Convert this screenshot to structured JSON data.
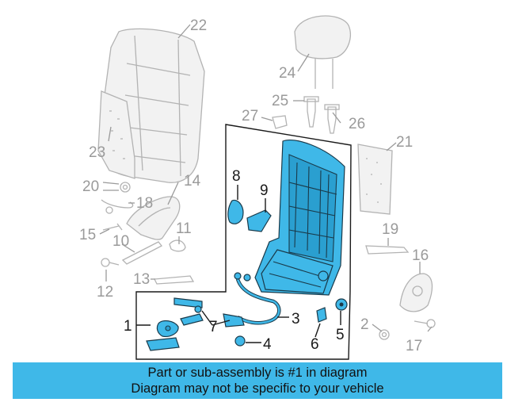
{
  "callouts": {
    "c1": "1",
    "c2": "2",
    "c3": "3",
    "c4": "4",
    "c5": "5",
    "c6": "6",
    "c7": "7",
    "c8": "8",
    "c9": "9",
    "c10": "10",
    "c11": "11",
    "c12": "12",
    "c13": "13",
    "c14": "14",
    "c15": "15",
    "c16": "16",
    "c17": "17",
    "c18": "18",
    "c19": "19",
    "c20": "20",
    "c21": "21",
    "c22": "22",
    "c23": "23",
    "c24": "24",
    "c25": "25",
    "c26": "26",
    "c27": "27"
  },
  "banner": {
    "line1": "Part or sub-assembly is #1 in diagram",
    "line2": "Diagram may not be specific to your vehicle"
  },
  "colors": {
    "highlight": "#3fb8e8",
    "ghost_line": "#b3b3b3",
    "callout_gray": "#9a9a9a"
  }
}
